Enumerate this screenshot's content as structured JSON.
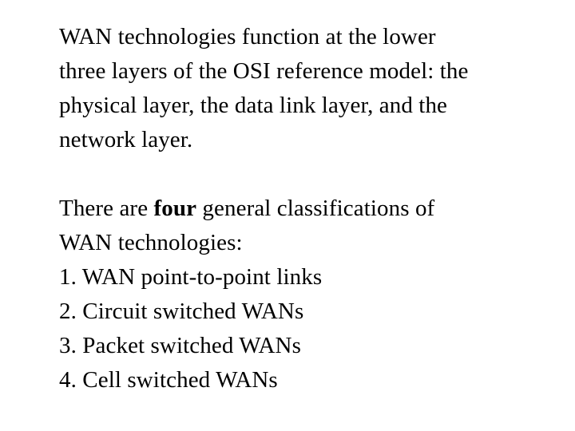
{
  "slide": {
    "background_color": "#ffffff",
    "text_color": "#000000",
    "paragraph1": {
      "lines": [
        "WAN technologies function at the lower",
        "three layers of the OSI reference model: the",
        "physical layer, the data link layer, and the",
        "network layer."
      ]
    },
    "paragraph2": {
      "intro_before_bold": "There are ",
      "intro_bold": "four",
      "intro_after_bold": " general classifications of",
      "intro_line2": "WAN technologies:",
      "items": [
        "1. WAN point-to-point links",
        "2. Circuit switched WANs",
        "3. Packet switched WANs",
        "4. Cell switched WANs"
      ]
    }
  }
}
